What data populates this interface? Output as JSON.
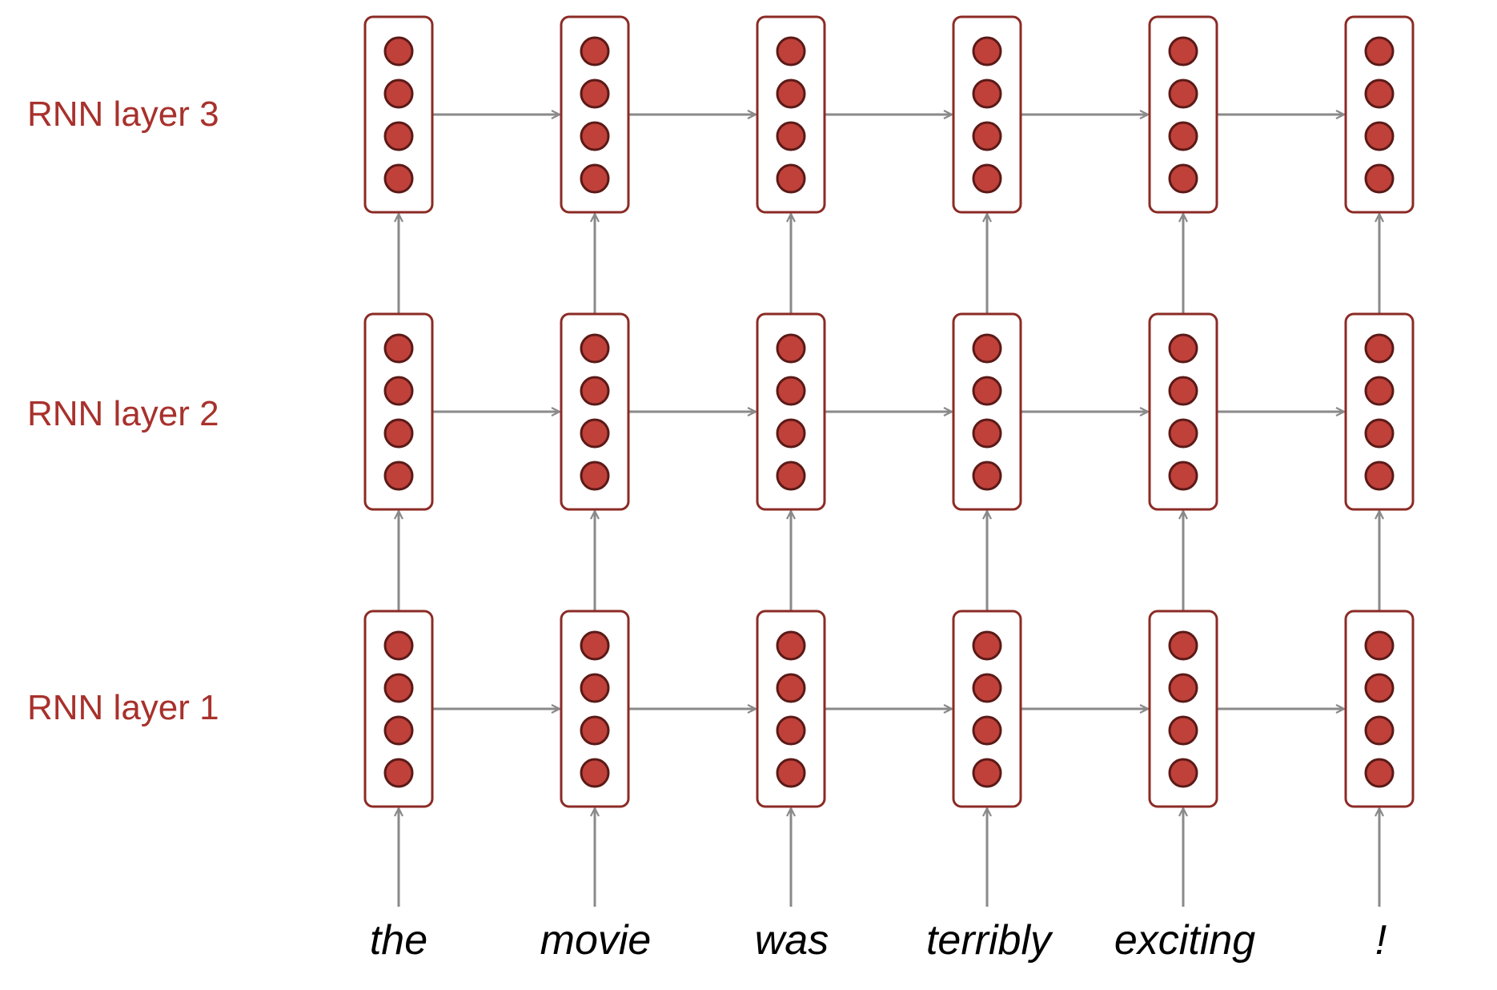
{
  "layers": [
    {
      "label": "RNN layer 3"
    },
    {
      "label": "RNN layer 2"
    },
    {
      "label": "RNN layer 1"
    }
  ],
  "words": [
    "the",
    "movie",
    "was",
    "terribly",
    "exciting",
    "!"
  ],
  "units_per_cell": 4,
  "colors": {
    "label": "#a8312c",
    "cell_border": "#8b2b25",
    "unit_fill": "#c0403a",
    "unit_stroke": "#5a1a17",
    "arrow": "#8a8a8a",
    "word": "#000000"
  }
}
